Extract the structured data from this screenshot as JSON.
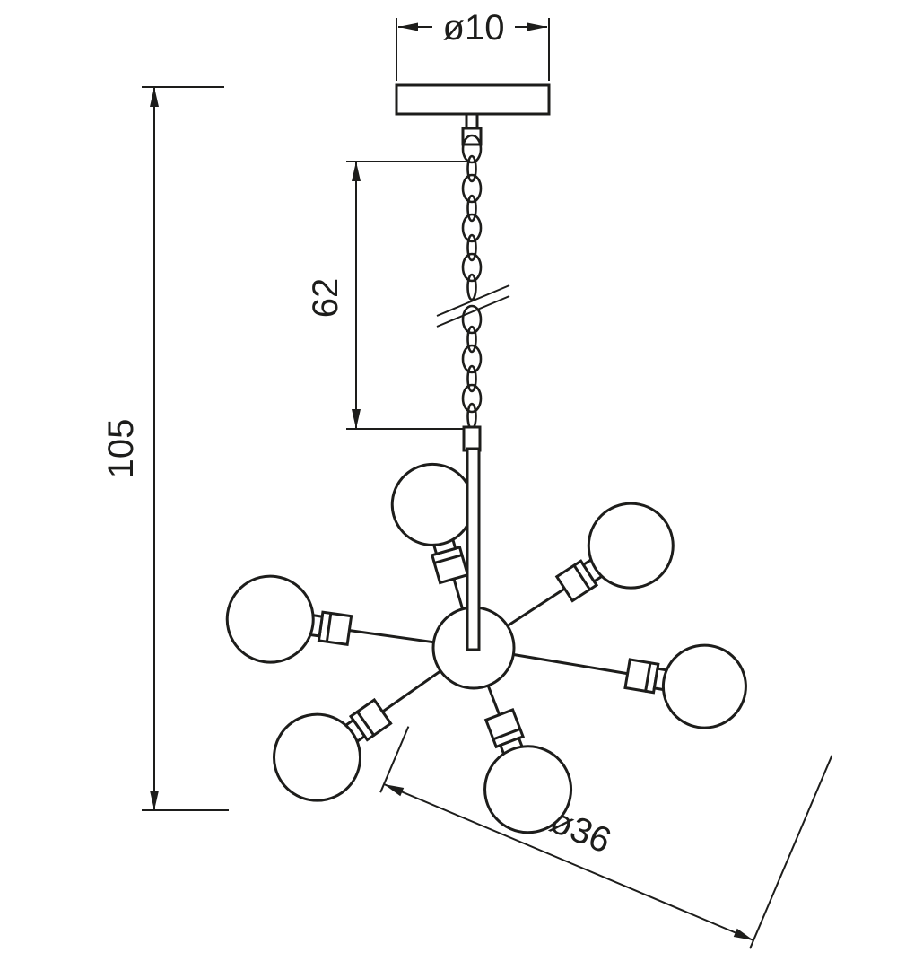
{
  "diagram": {
    "type": "technical-dimension-drawing",
    "subject": "six-arm sputnik chandelier with chain suspension",
    "bulb_count": 6,
    "dimensions": {
      "canopy_diameter": "ø10",
      "chain_length": "62",
      "overall_height": "105",
      "fixture_diameter": "ø36"
    },
    "colors": {
      "line": "#1d1d1b",
      "background": "#ffffff"
    }
  }
}
